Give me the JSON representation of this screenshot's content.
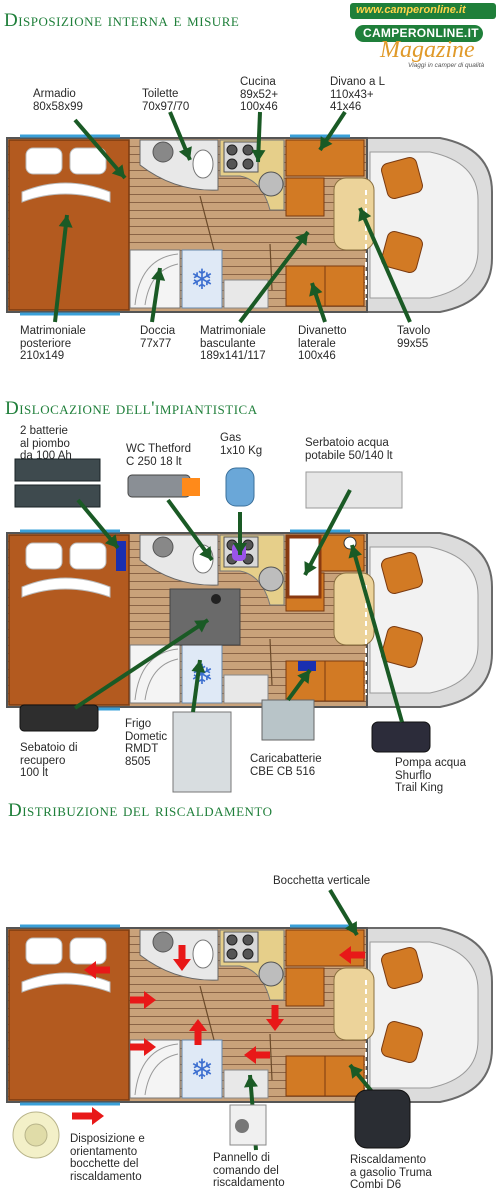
{
  "headings": {
    "s1": "Disposizione interna e misure",
    "s2": "Dislocazione dell'impiantistica",
    "s3": "Distribuzione del riscaldamento"
  },
  "brand": {
    "url": "www.camperonline.it",
    "logo": "CAMPERONLINE.IT",
    "magazine": "Magazine",
    "tagline": "Viaggi in camper di qualità",
    "colors": {
      "green": "#1f7f3a",
      "orange": "#e09a2a"
    }
  },
  "s1": {
    "armadio": "Armadio\n80x58x99",
    "toilette": "Toilette\n70x97/70",
    "cucina": "Cucina\n89x52+\n100x46",
    "divano": "Divano a L\n110x43+\n41x46",
    "matrimoniale_post": "Matrimoniale\nposteriore\n210x149",
    "doccia": "Doccia\n77x77",
    "matrimoniale_basc": "Matrimoniale\nbasculante\n189x141/117",
    "divanetto": "Divanetto\nlaterale\n100x46",
    "tavolo": "Tavolo\n99x55"
  },
  "s2": {
    "batterie": "2 batterie\nal piombo\nda 100 Ah",
    "wc": "WC Thetford\nC 250 18 lt",
    "gas": "Gas\n1x10 Kg",
    "serbatoio": "Serbatoio acqua\npotabile 50/140 lt",
    "recupero": "Sebatoio di\nrecupero\n100 lt",
    "frigo": "Frigo\nDometic\nRMDT\n8505",
    "caricabatterie": "Caricabatterie\nCBE CB 516",
    "pompa": "Pompa acqua\nShurflo\nTrail King"
  },
  "s3": {
    "bocchetta": "Bocchetta verticale",
    "disposizione": "Disposizione e\norientamento\nbocchette del\nriscaldamento",
    "pannello": "Pannello di\ncomando del\nriscaldamento",
    "truma": "Riscaldamento\na gasolio Truma\nCombi D6"
  }
}
